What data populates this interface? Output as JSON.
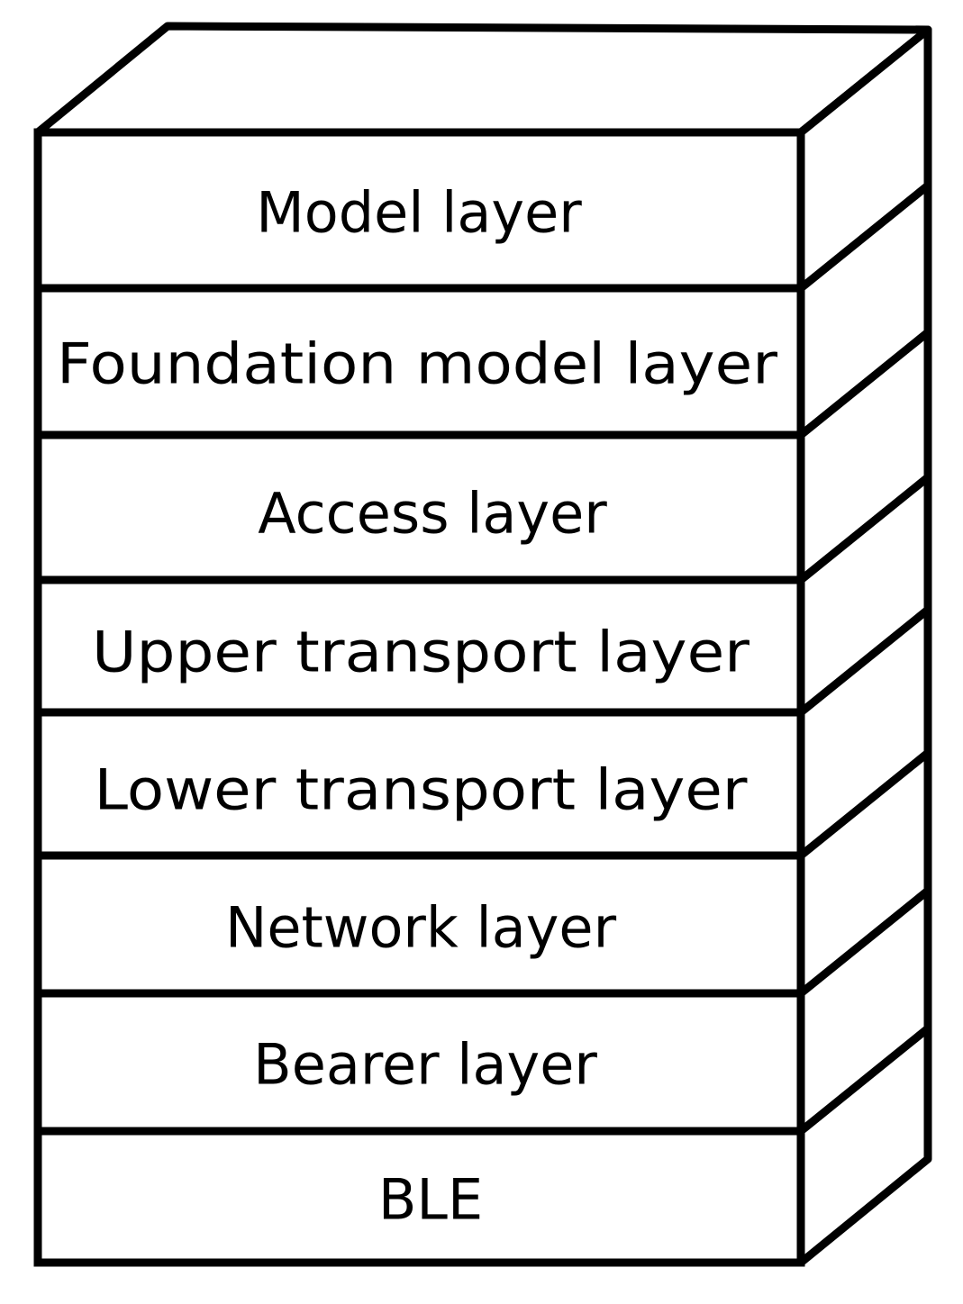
{
  "diagram": {
    "layers": [
      {
        "label": "Model layer"
      },
      {
        "label": "Foundation model layer"
      },
      {
        "label": "Access layer"
      },
      {
        "label": "Upper transport layer"
      },
      {
        "label": "Lower transport layer"
      },
      {
        "label": "Network layer"
      },
      {
        "label": "Bearer layer"
      },
      {
        "label": "BLE"
      }
    ],
    "colors": {
      "stroke": "#000000",
      "fill": "#ffffff"
    }
  }
}
